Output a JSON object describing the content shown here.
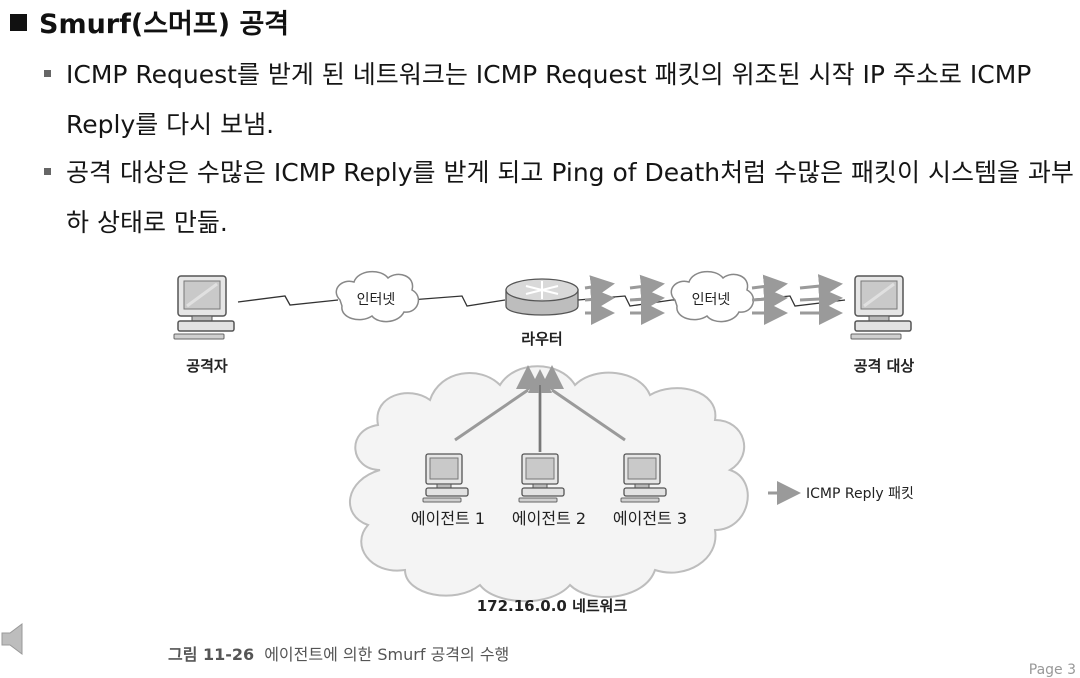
{
  "slide": {
    "title": "Smurf(스머프) 공격",
    "bullets": [
      "ICMP Request를 받게 된 네트워크는 ICMP Request 패킷의 위조된 시작 IP 주소로 ICMP Reply를 다시 보냄.",
      "공격 대상은 수많은 ICMP Reply를 받게 되고 Ping of Death처럼 수많은 패킷이 시스템을 과부하 상태로 만듦."
    ],
    "page_label": "Page 3"
  },
  "diagram": {
    "attacker_label": "공격자",
    "internet_label_1": "인터넷",
    "router_label": "라우터",
    "internet_label_2": "인터넷",
    "target_label": "공격 대상",
    "agents": [
      "에이전트 1",
      "에이전트 2",
      "에이전트 3"
    ],
    "network_label": "172.16.0.0 네트워크",
    "legend_label": "ICMP Reply 패킷",
    "caption_number": "그림 11-26",
    "caption_text": "에이전트에 의한 Smurf 공격의 수행"
  },
  "colors": {
    "text": "#151515",
    "diagram_gray": "#9a9a9a",
    "cloud_fill": "#f4f4f4",
    "cloud_stroke": "#bdbdbd"
  }
}
